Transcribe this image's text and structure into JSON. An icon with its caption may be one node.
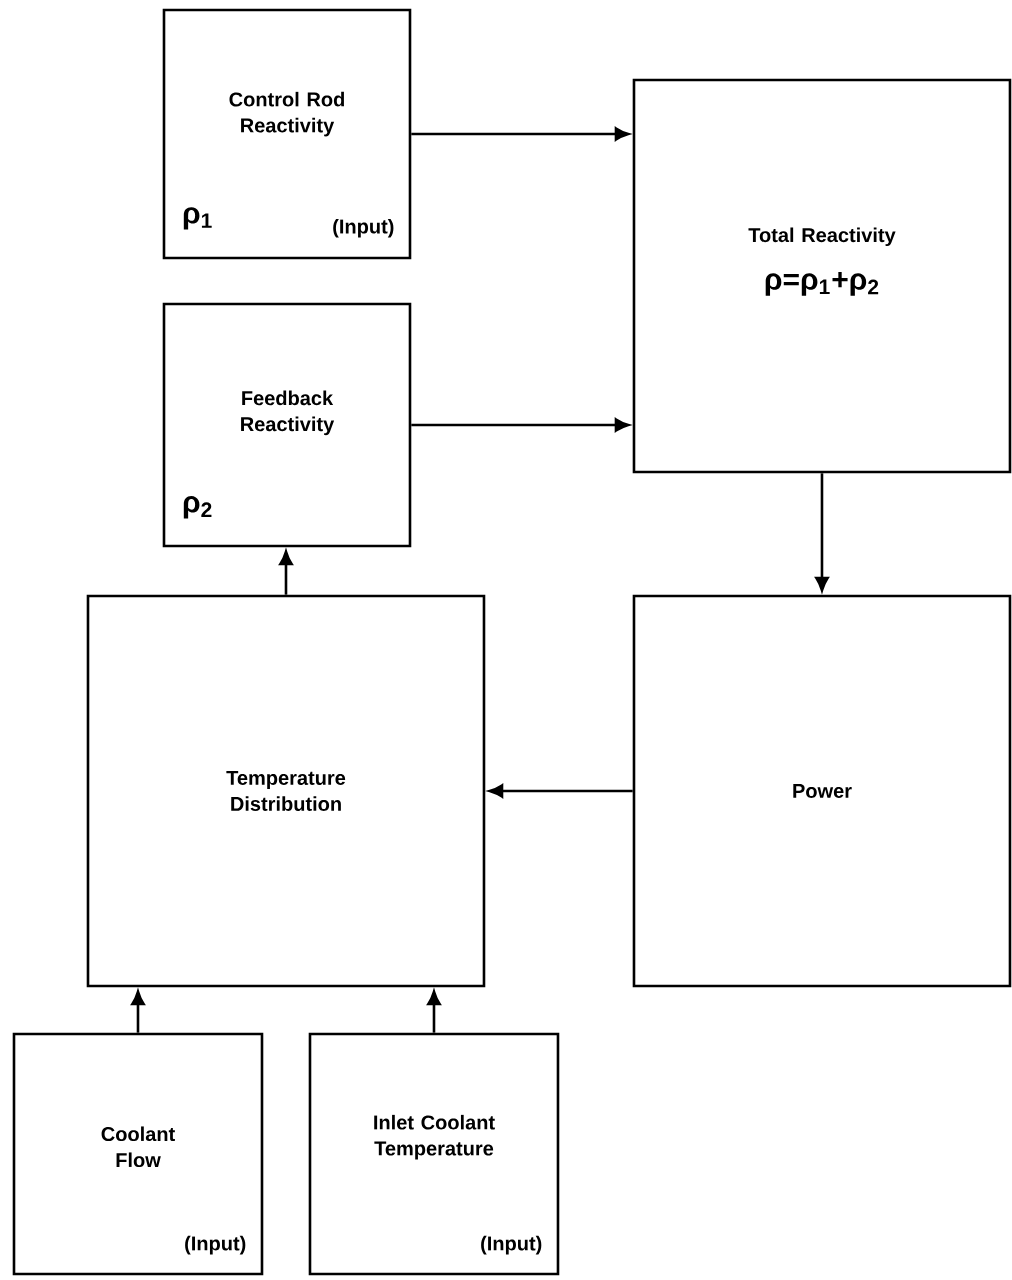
{
  "diagram": {
    "nodes": [
      {
        "text": [
          "Control Rod Reactivity",
          "ρ$_{1}$",
          "(Input)"
        ]
      },
      {
        "text": [
          "Total Reactivity",
          "ρ=ρ$_{1}$+ρ$_{2}$"
        ]
      },
      {
        "text": [
          "Feedback Reactivity",
          "ρ$_{2}$"
        ]
      },
      {
        "text": [
          "Power"
        ]
      },
      {
        "text": [
          "Temperature Distribution"
        ]
      },
      {
        "text": [
          "Coolant Flow",
          "(Input)"
        ]
      },
      {
        "text": [
          "Inlet Coolant Temperature",
          "(Input)"
        ]
      }
    ],
    "edges": [
      {
        "from": 0,
        "to": 1,
        "arrow": "to"
      },
      {
        "from": 2,
        "to": 1,
        "arrow": "to"
      },
      {
        "from": 1,
        "to": 3,
        "arrow": "to"
      },
      {
        "from": 3,
        "to": 4,
        "arrow": "to"
      },
      {
        "from": 4,
        "to": 2,
        "arrow": "to"
      },
      {
        "from": 5,
        "to": 4,
        "arrow": "to"
      },
      {
        "from": 6,
        "to": 4,
        "arrow": "to"
      }
    ]
  }
}
